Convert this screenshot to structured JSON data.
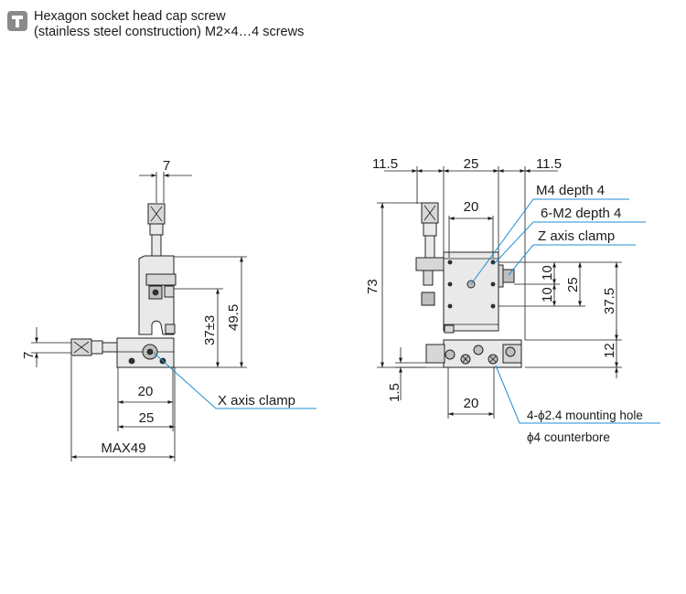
{
  "header": {
    "icon": "screw-icon",
    "line1": "Hexagon socket head cap screw",
    "line2": "(stainless steel construction) M2×4…4 screws"
  },
  "side_view": {
    "dim_top": "7",
    "dim_left": "7",
    "dim_37": "37±3",
    "dim_49": "49.5",
    "dim_20": "20",
    "dim_25": "25",
    "dim_max": "MAX49",
    "x_clamp": "X axis clamp"
  },
  "front_view": {
    "dim_115_left": "11.5",
    "dim_25_top": "25",
    "dim_115_right": "11.5",
    "dim_20_top": "20",
    "dim_73": "73",
    "dim_10_a": "10",
    "dim_10_b": "10",
    "dim_25_right": "25",
    "dim_375": "37.5",
    "dim_12": "12",
    "dim_15": "1.5",
    "dim_20_bottom": "20",
    "m4": "M4 depth 4",
    "m2": "6-M2 depth 4",
    "z_clamp": "Z axis clamp",
    "hole1": "4-ϕ2.4 mounting hole",
    "hole2": "ϕ4 counterbore"
  },
  "colors": {
    "leader": "#1f8fd0",
    "line": "#1a1a1a",
    "icon_bg": "#8a8a8a"
  }
}
